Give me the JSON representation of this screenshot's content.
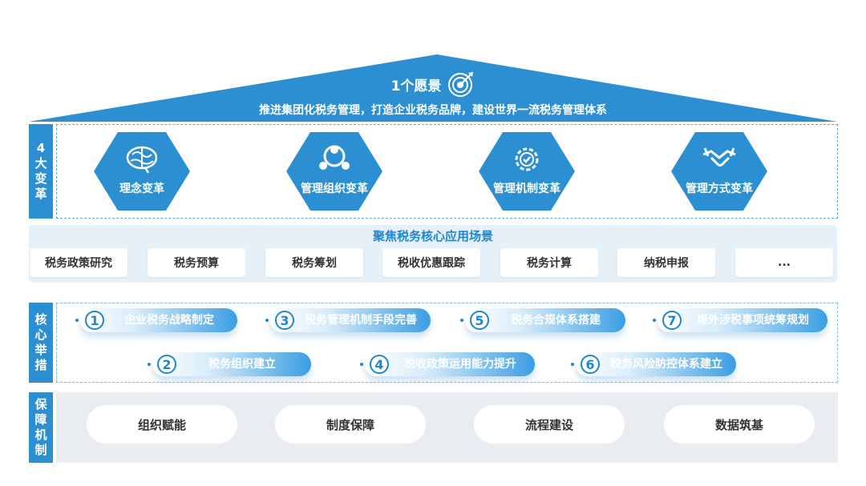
{
  "vision": {
    "title": "1个愿景",
    "subtitle": "推进集团化税务管理，打造企业税务品牌，建设世界一流税务管理体系"
  },
  "changes": {
    "label": [
      "4",
      "大",
      "变",
      "革"
    ],
    "items": [
      {
        "label": "理念变革",
        "icon": "brain-icon"
      },
      {
        "label": "管理组织变革",
        "icon": "people-icon"
      },
      {
        "label": "管理机制变革",
        "icon": "gear-check-icon"
      },
      {
        "label": "管理方式变革",
        "icon": "handshake-icon"
      }
    ]
  },
  "scenarios": {
    "title": "聚焦税务核心应用场景",
    "items": [
      "税务政策研究",
      "税务预算",
      "税务筹划",
      "税收优惠跟踪",
      "税务计算",
      "纳税申报",
      "..."
    ]
  },
  "core": {
    "label": [
      "核",
      "心",
      "举",
      "措"
    ],
    "items": [
      {
        "num": "1",
        "text": "企业税务战略制定"
      },
      {
        "num": "2",
        "text": "税务组织建立"
      },
      {
        "num": "3",
        "text": "税务管理机制手段完善"
      },
      {
        "num": "4",
        "text": "税收政策运用能力提升"
      },
      {
        "num": "5",
        "text": "税务合规体系搭建"
      },
      {
        "num": "6",
        "text": "税务风险防控体系建立"
      },
      {
        "num": "7",
        "text": "境外涉税事项统筹规划"
      }
    ]
  },
  "guarantee": {
    "label": [
      "保",
      "障",
      "机",
      "制"
    ],
    "items": [
      "组织赋能",
      "制度保障",
      "流程建设",
      "数据筑基"
    ]
  },
  "colors": {
    "primary": "#2b8fd1",
    "accent": "#1f86cf"
  }
}
